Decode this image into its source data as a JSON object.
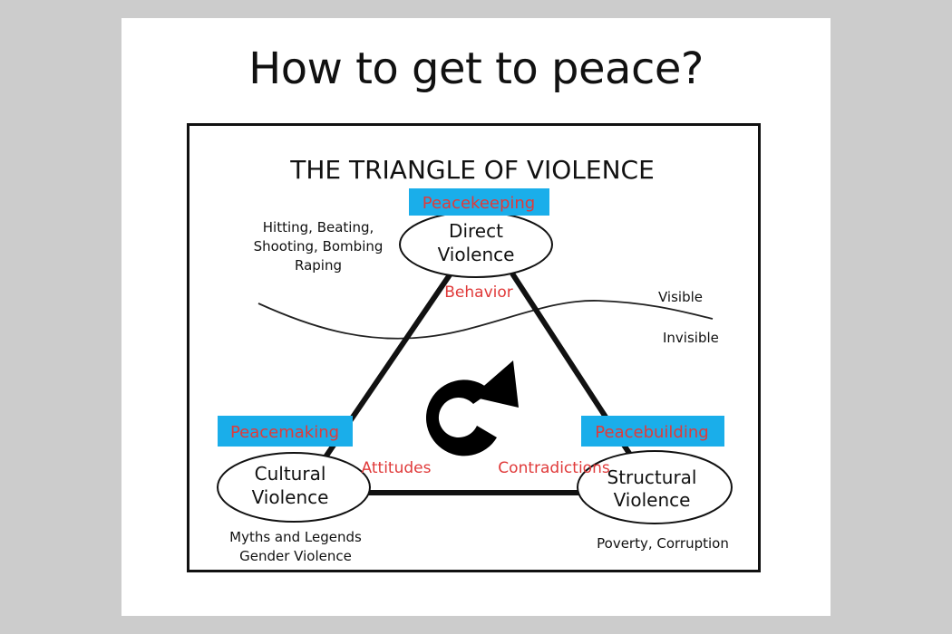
{
  "slide": {
    "title": "How to get to peace?"
  },
  "diagram": {
    "heading": "THE TRIANGLE OF VIOLENCE",
    "nodes": {
      "direct": {
        "line1": "Direct",
        "line2": "Violence",
        "tag": "Peacekeeping",
        "edge_label": "Behavior"
      },
      "cultural": {
        "line1": "Cultural",
        "line2": "Violence",
        "tag": "Peacemaking",
        "edge_label": "Attitudes"
      },
      "structural": {
        "line1": "Structural",
        "line2": "Violence",
        "tag": "Peacebuilding",
        "edge_label": "Contradictions"
      }
    },
    "examples": {
      "direct": [
        "Hitting, Beating,",
        "Shooting, Bombing",
        "Raping"
      ],
      "cultural": [
        "Myths and Legends",
        "Gender Violence"
      ],
      "structural": [
        "Poverty, Corruption"
      ]
    },
    "divider": {
      "above": "Visible",
      "below": "Invisible"
    },
    "colors": {
      "tag_fill": "#1aaeea",
      "label_red": "#e03a3a"
    },
    "center_icon": "cycle-arrow-icon"
  }
}
